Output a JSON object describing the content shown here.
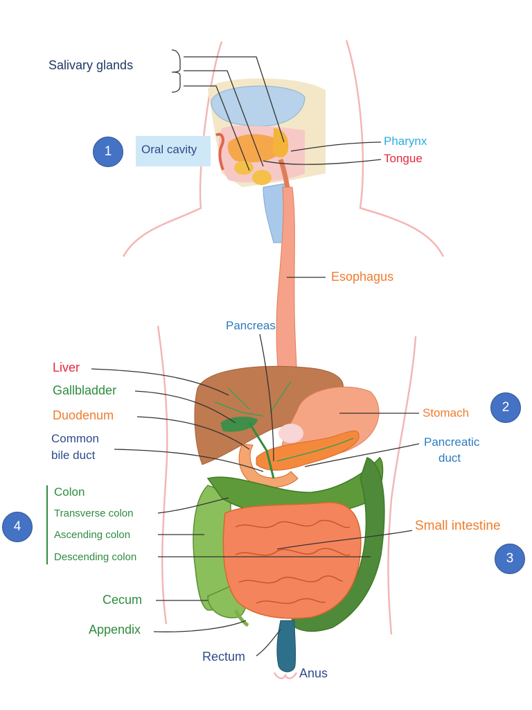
{
  "labels": {
    "salivary_glands": "Salivary glands",
    "oral_cavity": "Oral cavity",
    "pharynx": "Pharynx",
    "tongue": "Tongue",
    "esophagus": "Esophagus",
    "pancreas": "Pancreas",
    "liver": "Liver",
    "gallbladder": "Gallbladder",
    "duodenum": "Duodenum",
    "common_bile_duct_1": "Common",
    "common_bile_duct_2": "bile duct",
    "stomach": "Stomach",
    "pancreatic_duct_1": "Pancreatic",
    "pancreatic_duct_2": "duct",
    "colon": "Colon",
    "transverse_colon": "Transverse colon",
    "ascending_colon": "Ascending colon",
    "descending_colon": "Descending colon",
    "small_intestine": "Small intestine",
    "cecum": "Cecum",
    "appendix": "Appendix",
    "rectum": "Rectum",
    "anus": "Anus"
  },
  "badges": [
    "1",
    "2",
    "3",
    "4"
  ],
  "colors": {
    "dark_blue": "#2e4a8c",
    "light_blue": "#29abe2",
    "red": "#e4283a",
    "orange": "#f07c2c",
    "mid_blue": "#2b7bbf",
    "green": "#2e8b3e",
    "badge_blue": "#4472c4",
    "oral_box": "#cfe8f7",
    "body_outline": "#f4b6b6"
  }
}
